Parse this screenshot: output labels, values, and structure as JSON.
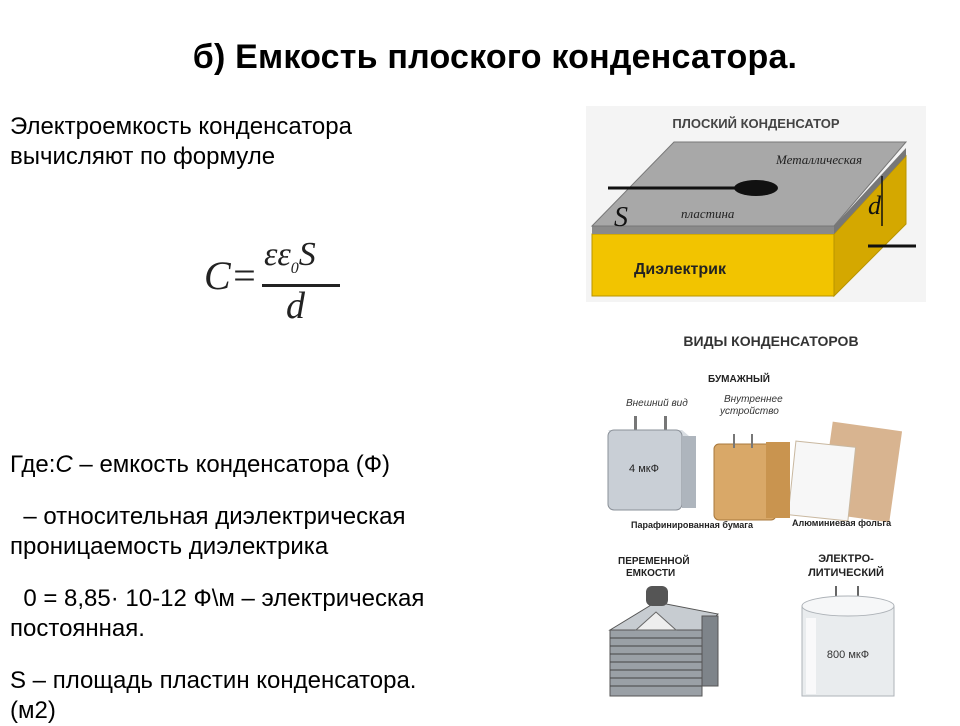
{
  "title": "б) Емкость плоского конденсатора.",
  "intro": {
    "line1": "Электроемкость конденсатора",
    "line2": "вычисляют по формуле"
  },
  "formula": {
    "lhs": "C=",
    "numerator": "εε",
    "numerator_sub": "0",
    "numerator_s": "S",
    "denominator": "d"
  },
  "definitions": {
    "c_prefix": "Где:",
    "c_symbol": "C",
    "c_text": " – емкость конденсатора (Ф)",
    "eps_line1": "  – относительная диэлектрическая",
    "eps_line2": "проницаемость диэлектрика",
    "eps0_line1": "  0 = 8,85· 10-12 Ф\\м – электрическая",
    "eps0_line2": "постоянная.",
    "s_line1": "S –  площадь пластин конденсатора.",
    "s_line2": "(м2)"
  },
  "capacitor_image": {
    "title": "ПЛОСКИЙ КОНДЕНСАТОР",
    "plate_label_1": "Металлическая",
    "plate_label_2": "пластина",
    "s_label": "S",
    "d_label": "d",
    "dielectric_label": "Диэлектрик",
    "colors": {
      "plate": "#9a9a9a",
      "dielectric": "#f2c400"
    }
  },
  "types_image": {
    "title": "ВИДЫ КОНДЕНСАТОРОВ",
    "paper_title": "БУМАЖНЫЙ",
    "outer_view": "Внешний вид",
    "inner_1": "Внутреннее",
    "inner_2": "устройство",
    "value_4": "4 мкФ",
    "paraffin": "Парафинированная бумага",
    "foil": "Алюминиевая фольга",
    "variable_1": "ПЕРЕМЕННОЙ",
    "variable_2": "ЕМКОСТИ",
    "electro_1": "ЭЛЕКТРО-",
    "electro_2": "ЛИТИЧЕСКИЙ",
    "value_800": "800 мкФ"
  }
}
